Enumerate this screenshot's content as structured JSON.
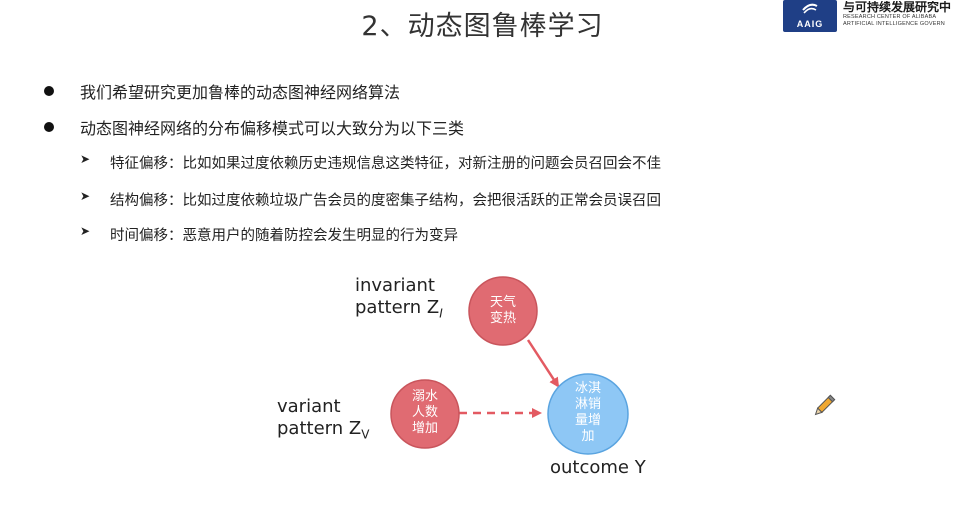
{
  "slide": {
    "title": "2、动态图鲁棒学习"
  },
  "logo": {
    "badge_text": "AAIG",
    "cn_name": "与可持续发展研究中",
    "en_line1": "RESEARCH CENTER OF ALIBABA",
    "en_line2": "ARTIFICIAL INTELLIGENCE GOVERN"
  },
  "bullets": [
    "我们希望研究更加鲁棒的动态图神经网络算法",
    "动态图神经网络的分布偏移模式可以大致分为以下三类"
  ],
  "sub_bullets": [
    "特征偏移：比如如果过度依赖历史违规信息这类特征，对新注册的问题会员召回会不佳",
    "结构偏移：比如过度依赖垃圾广告会员的度密集子结构，会把很活跃的正常会员误召回",
    "时间偏移：恶意用户的随着防控会发生明显的行为变异"
  ],
  "diagram": {
    "invariant_line1": "invariant",
    "invariant_line2": "pattern Z",
    "invariant_sub": "I",
    "variant_line1": "variant",
    "variant_line2": "pattern Z",
    "variant_sub": "V",
    "outcome_label": "outcome Y",
    "node_invariant_lines": [
      "天气",
      "变热"
    ],
    "node_variant_lines": [
      "溺水",
      "人数",
      "增加"
    ],
    "node_outcome_lines": [
      "冰淇",
      "淋销",
      "量增",
      "加"
    ],
    "colors": {
      "red_node": "#e06b72",
      "red_stroke": "#c9555c",
      "blue_node": "#8ec7f5",
      "blue_stroke": "#5aa4e0",
      "arrow": "#e35a62"
    }
  }
}
